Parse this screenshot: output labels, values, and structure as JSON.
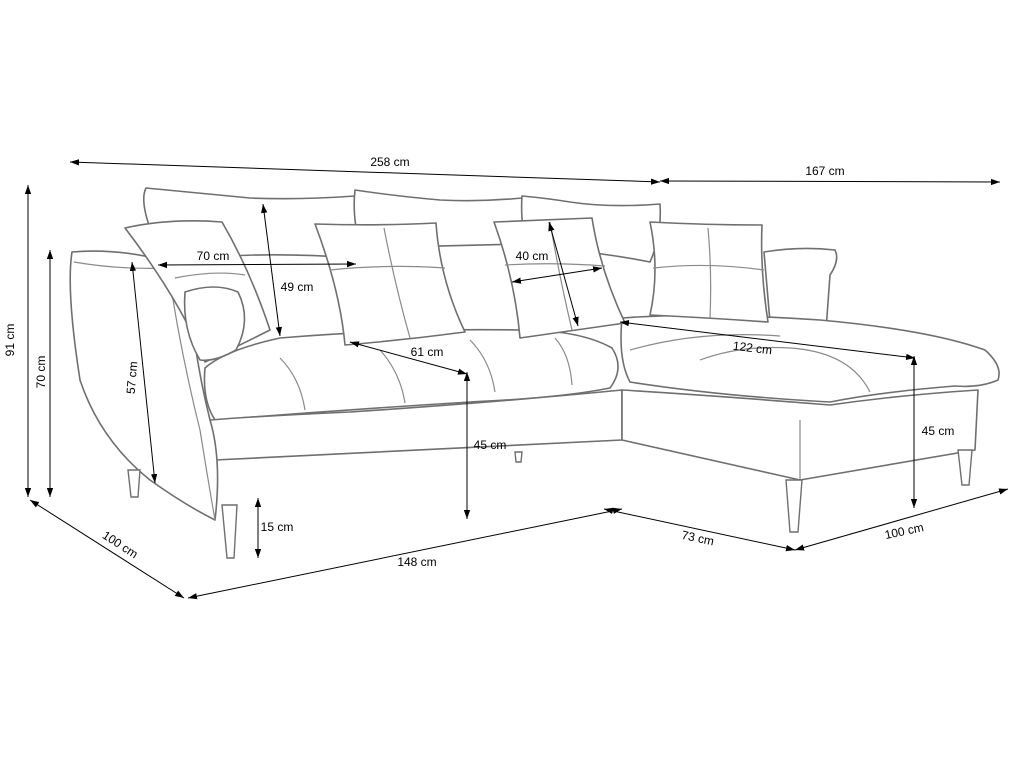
{
  "diagram": {
    "measurements": [
      {
        "id": "total-width",
        "label": "258 cm"
      },
      {
        "id": "chaise-length",
        "label": "167 cm"
      },
      {
        "id": "total-height",
        "label": "91 cm"
      },
      {
        "id": "back-height",
        "label": "70 cm"
      },
      {
        "id": "arm-depth-vertical",
        "label": "57 cm"
      },
      {
        "id": "arm-pillow-width",
        "label": "70 cm"
      },
      {
        "id": "back-pillow-height",
        "label": "49 cm"
      },
      {
        "id": "cushion-size",
        "label": "40 cm"
      },
      {
        "id": "seat-depth",
        "label": "61 cm"
      },
      {
        "id": "chaise-seat-length",
        "label": "122 cm"
      },
      {
        "id": "seat-height",
        "label": "45 cm"
      },
      {
        "id": "chaise-seat-height",
        "label": "45 cm"
      },
      {
        "id": "leg-height",
        "label": "15 cm"
      },
      {
        "id": "side-depth",
        "label": "100 cm"
      },
      {
        "id": "front-width",
        "label": "148 cm"
      },
      {
        "id": "chaise-gap",
        "label": "73 cm"
      },
      {
        "id": "chaise-width",
        "label": "100 cm"
      }
    ]
  }
}
